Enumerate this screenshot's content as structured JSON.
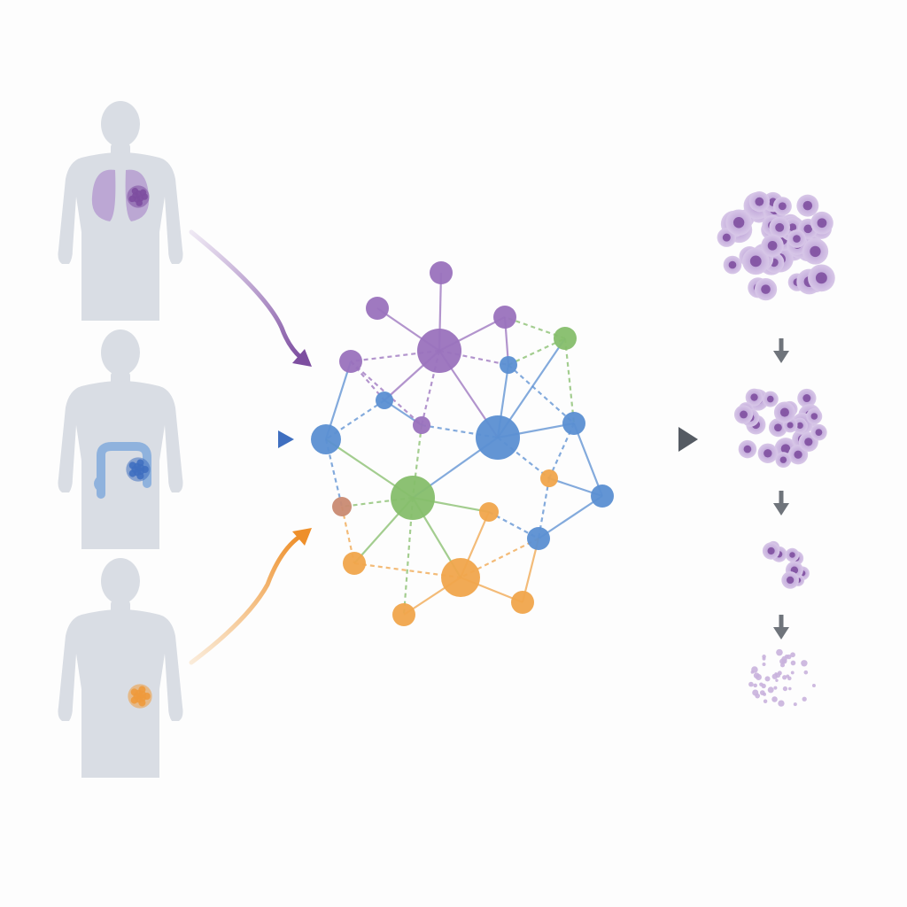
{
  "colors": {
    "background": "#fdfdfd",
    "silhouette": "#d9dde4",
    "lung": "#b49ad0",
    "lung_tumor": "#7d4ea0",
    "colon": "#8fb2dd",
    "colon_tumor": "#3f6fc0",
    "pancreas_tumor": "#ee9a3c",
    "purple": "#9a72bd",
    "blue": "#5b8fd2",
    "green": "#86be6b",
    "orange": "#f0a54c",
    "brown": "#c98a72",
    "gray_arrow": "#555b63",
    "cell_light": "#c9b3dd",
    "cell_nucleus": "#7b4a9c"
  },
  "diagram": {
    "patients": [
      {
        "name": "patient-lung-cancer",
        "organ": "lungs",
        "tumor_color": "purple"
      },
      {
        "name": "patient-colorectal-cancer",
        "organ": "colon",
        "tumor_color": "blue"
      },
      {
        "name": "patient-pancreatic-cancer",
        "organ": "pancreas",
        "tumor_color": "orange"
      }
    ],
    "network": {
      "nodes": [
        {
          "id": "hub-purple",
          "group": "purple",
          "size": "large"
        },
        {
          "id": "hub-blue",
          "group": "blue",
          "size": "large"
        },
        {
          "id": "hub-green",
          "group": "green",
          "size": "large"
        },
        {
          "id": "hub-orange",
          "group": "orange",
          "size": "large"
        }
      ]
    },
    "tumor_stages": [
      "large-cluster",
      "medium-cluster",
      "small-cluster",
      "dispersed"
    ]
  }
}
